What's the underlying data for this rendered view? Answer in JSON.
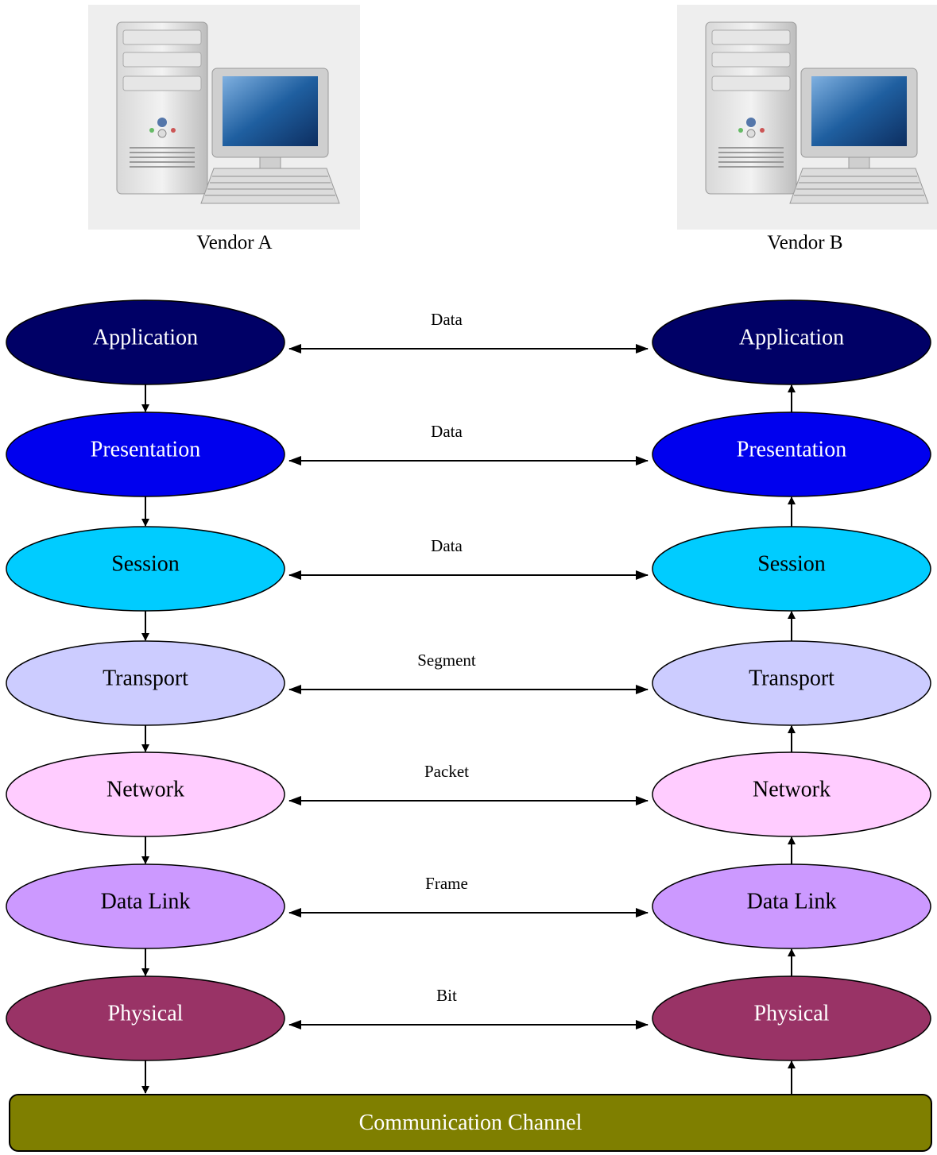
{
  "vendors": [
    {
      "label": "Vendor A",
      "icon": "desktop-computer-icon"
    },
    {
      "label": "Vendor B",
      "icon": "desktop-computer-icon"
    }
  ],
  "layers": [
    {
      "name": "Application",
      "pdu": "Data",
      "fill": "#000066",
      "text_color": "#ffffff"
    },
    {
      "name": "Presentation",
      "pdu": "Data",
      "fill": "#0000ee",
      "text_color": "#ffffff"
    },
    {
      "name": "Session",
      "pdu": "Data",
      "fill": "#00ccff",
      "text_color": "#000000"
    },
    {
      "name": "Transport",
      "pdu": "Segment",
      "fill": "#ccccff",
      "text_color": "#000000"
    },
    {
      "name": "Network",
      "pdu": "Packet",
      "fill": "#ffccff",
      "text_color": "#000000"
    },
    {
      "name": "Data Link",
      "pdu": "Frame",
      "fill": "#cc99ff",
      "text_color": "#000000"
    },
    {
      "name": "Physical",
      "pdu": "Bit",
      "fill": "#993366",
      "text_color": "#ffffff"
    }
  ],
  "channel": {
    "label": "Communication Channel",
    "fill": "#7f7f00"
  }
}
